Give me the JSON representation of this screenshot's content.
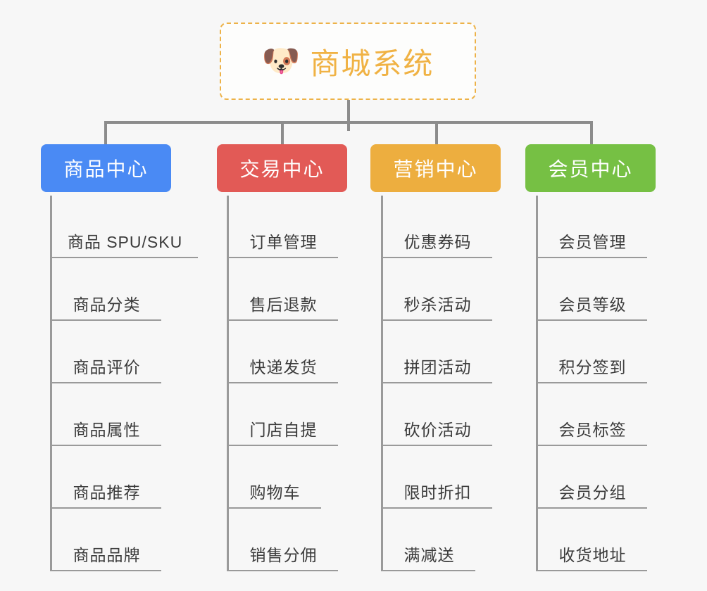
{
  "page": {
    "background_color": "#f7f7f7",
    "line_color": "#8c8c8c"
  },
  "root": {
    "icon": "dog-face-icon",
    "emoji": "🐶",
    "title": "商城系统",
    "title_color": "#f0b244",
    "border_color": "#edb248"
  },
  "categories": [
    {
      "label": "商品中心",
      "color": "#4a8af4",
      "items": [
        "商品 SPU/SKU",
        "商品分类",
        "商品评价",
        "商品属性",
        "商品推荐",
        "商品品牌"
      ]
    },
    {
      "label": "交易中心",
      "color": "#e25a56",
      "items": [
        "订单管理",
        "售后退款",
        "快递发货",
        "门店自提",
        "购物车",
        "销售分佣"
      ]
    },
    {
      "label": "营销中心",
      "color": "#edae3f",
      "items": [
        "优惠券码",
        "秒杀活动",
        "拼团活动",
        "砍价活动",
        "限时折扣",
        "满减送"
      ]
    },
    {
      "label": "会员中心",
      "color": "#76c044",
      "items": [
        "会员管理",
        "会员等级",
        "积分签到",
        "会员标签",
        "会员分组",
        "收货地址"
      ]
    }
  ]
}
